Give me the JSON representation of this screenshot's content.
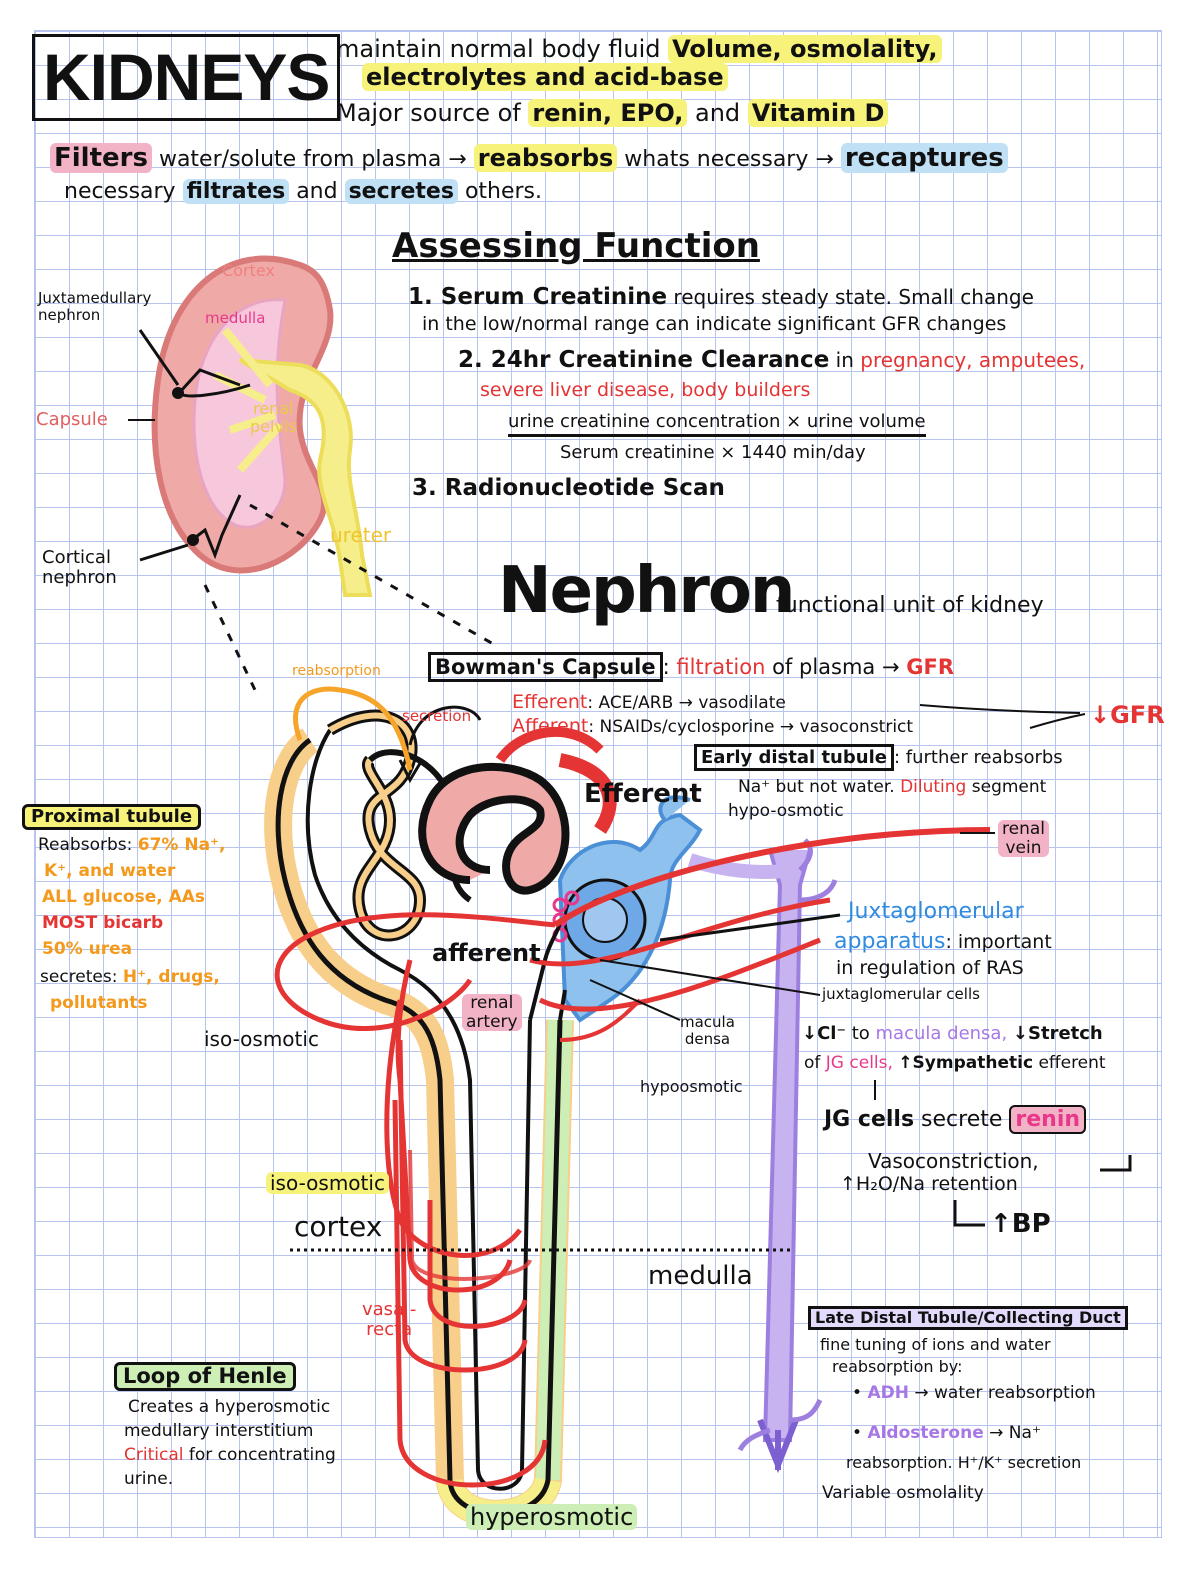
{
  "header": {
    "title": "KIDNEYS",
    "line1_pre": "maintain normal body fluid",
    "line1_hl": "Volume, osmolality,",
    "line2_hl": "electrolytes and acid-base",
    "line3_pre": "Major source of",
    "line3_hl1": "renin, EPO,",
    "line3_mid": "and",
    "line3_hl2": "Vitamin D",
    "line4_filters": "Filters",
    "line4_a": "water/solute from plasma →",
    "line4_reabsorbs": "reabsorbs",
    "line4_b": "whats necessary →",
    "line4_recaptures": "recaptures",
    "line5_a": "necessary",
    "line5_filtrates": "filtrates",
    "line5_and": "and",
    "line5_secretes": "secretes",
    "line5_b": "others."
  },
  "kidney": {
    "cortex": "Cortex",
    "medulla": "medulla",
    "juxtamedullary": "Juxtamedullary\nnephron",
    "capsule": "Capsule",
    "renal_pelvis": "renal\npelvis",
    "ureter": "ureter",
    "cortical_nephron": "Cortical\nnephron"
  },
  "assessing": {
    "title": "Assessing Function",
    "item1_head": "1. Serum Creatinine",
    "item1_text": "requires steady state. Small change",
    "item1_text2": "in the low/normal range can indicate significant GFR changes",
    "item2_head": "2. 24hr Creatinine Clearance",
    "item2_in": "in",
    "item2_red1": "pregnancy, amputees,",
    "item2_red2": "severe liver disease, body builders",
    "formula_num": "urine creatinine concentration × urine volume",
    "formula_den": "Serum creatinine × 1440 min/day",
    "item3_head": "3. Radionucleotide Scan"
  },
  "nephron": {
    "title": "Nephron",
    "subtitle": "functional unit of kidney",
    "bowmans": "Bowman's Capsule",
    "bowmans_text_a": ":",
    "filtration": "filtration",
    "bowmans_text_b": "of plasma →",
    "gfr": "GFR",
    "efferent_label": "Efferent",
    "efferent_text": ": ACE/ARB → vasodilate",
    "afferent_label": "Afferent",
    "afferent_text": ": NSAIDs/cyclosporine → vasoconstrict",
    "down_gfr": "↓GFR",
    "early_distal": "Early distal tubule",
    "early_distal_text1": ": further reabsorbs",
    "early_distal_text2": "Na⁺ but not water.",
    "diluting": "Diluting",
    "segment": "segment",
    "hypo_osmotic": "hypo-osmotic",
    "efferent_big": "Efferent",
    "renal_vein": "renal\nvein",
    "reabsorption": "reabsorption",
    "secretion": "secretion",
    "afferent_big": "afferent",
    "renal_artery": "renal\nartery",
    "macula_densa": "macula\ndensa",
    "hypoosmotic": "hypoosmotic",
    "iso_osmotic_1": "iso-osmotic",
    "iso_osmotic_2": "iso-osmotic",
    "cortex": "cortex",
    "medulla": "medulla",
    "vasa_recta": "vasa -\nrecta",
    "hyperosmotic": "hyperosmotic"
  },
  "proximal": {
    "title": "Proximal tubule",
    "reabsorbs": "Reabsorbs:",
    "r1": "67% Na⁺,",
    "r2": "K⁺, and water",
    "r3": "ALL glucose, AAs",
    "r4": "MOST bicarb",
    "r5": "50% urea",
    "secretes": "secretes:",
    "s1": "H⁺, drugs,",
    "s2": "pollutants"
  },
  "juxta": {
    "title1": "Juxtaglomerular",
    "title2": "apparatus",
    "text1": ": important",
    "text2": "in regulation of RAS",
    "jg_cells": "juxtaglomerular cells",
    "line1_a": "↓Cl⁻",
    "line1_to": "to",
    "line1_md": "macula densa,",
    "line1_b": "↓Stretch",
    "line2_of": "of",
    "line2_jg": "JG cells,",
    "line2_c": "↑Sympathetic",
    "line2_d": "efferent",
    "jg_secrete": "JG cells",
    "secrete": "secrete",
    "renin": "renin",
    "vaso1": "Vasoconstriction,",
    "vaso2": "↑H₂O/Na retention",
    "bp": "↑BP"
  },
  "late_distal": {
    "title": "Late Distal Tubule/Collecting Duct",
    "t1": "fine tuning of ions and water",
    "t2": "reabsorption by:",
    "adh": "ADH",
    "adh_text": "→ water reabsorption",
    "aldo": "Aldosterone",
    "aldo_text": "→ Na⁺",
    "aldo_text2": "reabsorption. H⁺/K⁺ secretion",
    "variable": "Variable osmolality"
  },
  "loop": {
    "title": "Loop of Henle",
    "t1": "Creates a hyperosmotic",
    "t2": "medullary interstitium",
    "critical": "Critical",
    "t3": "for concentrating",
    "t4": "urine."
  },
  "colors": {
    "red": "#e53434",
    "orange": "#f39a1d",
    "yellow": "#f6f27a",
    "pink": "#f3b3c7",
    "blue": "#2f8be0",
    "purple": "#a678e6",
    "green": "#cdeeb5"
  }
}
